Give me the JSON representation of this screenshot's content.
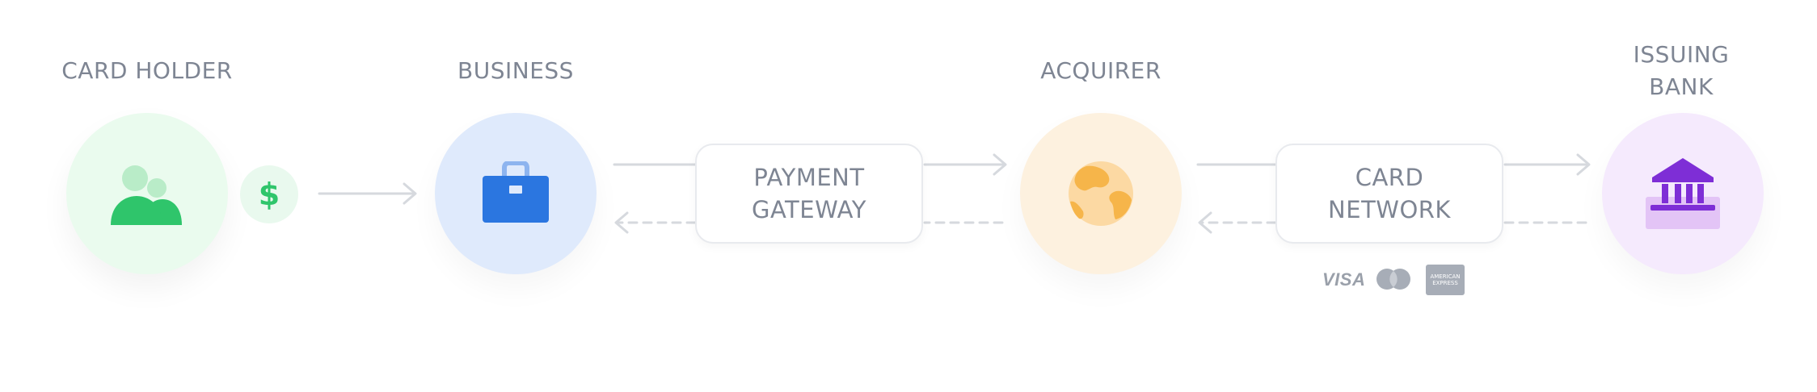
{
  "diagram": {
    "nodes": [
      {
        "id": "card_holder",
        "label": "CARD HOLDER",
        "icon": "people-icon",
        "color": "#2fc56b"
      },
      {
        "id": "business",
        "label": "BUSINESS",
        "icon": "briefcase-icon",
        "color": "#2b76e0"
      },
      {
        "id": "acquirer",
        "label": "ACQUIRER",
        "icon": "globe-icon",
        "color": "#f6b54a"
      },
      {
        "id": "issuing_bank",
        "label": "ISSUING\nBANK",
        "icon": "bank-icon",
        "color": "#7e2ed6"
      }
    ],
    "intermediaries": [
      {
        "id": "payment_gateway",
        "label": "PAYMENT\nGATEWAY"
      },
      {
        "id": "card_network",
        "label": "CARD\nNETWORK"
      }
    ],
    "payment_symbol": "$",
    "card_brands": {
      "visa": "VISA",
      "amex": "AMERICAN\nEXPRESS"
    },
    "colors": {
      "label_text": "#7e8593",
      "arrow": "#d6d9de"
    }
  }
}
